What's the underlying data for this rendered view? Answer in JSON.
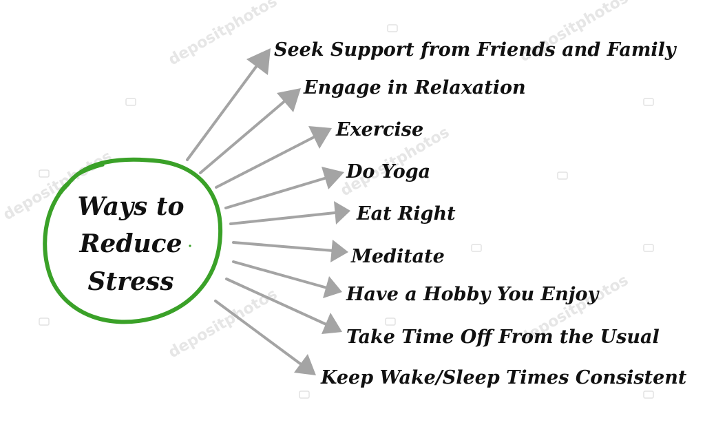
{
  "center": {
    "lines": [
      "Ways to",
      "Reduce",
      "Stress"
    ]
  },
  "items": [
    {
      "label": "Seek Support from Friends and Family"
    },
    {
      "label": "Engage in Relaxation"
    },
    {
      "label": "Exercise"
    },
    {
      "label": "Do Yoga"
    },
    {
      "label": "Eat Right"
    },
    {
      "label": "Meditate"
    },
    {
      "label": "Have a Hobby You Enjoy"
    },
    {
      "label": "Take Time Off From the Usual"
    },
    {
      "label": "Keep Wake/Sleep Times Consistent"
    }
  ],
  "watermark": {
    "text": "depositphotos"
  },
  "colors": {
    "circle": "#3aa128",
    "arrow": "#a4a4a4",
    "text": "#111111"
  }
}
